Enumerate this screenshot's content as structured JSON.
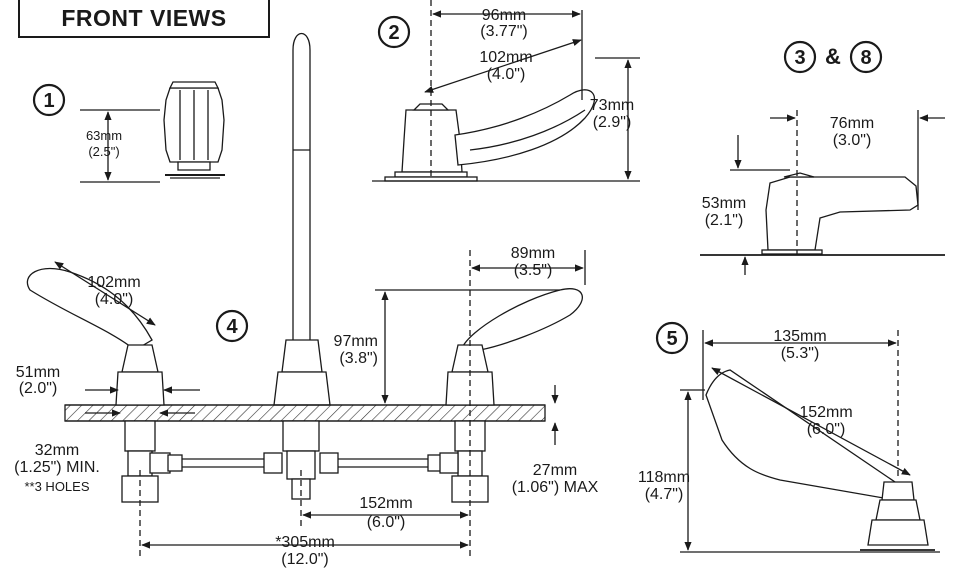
{
  "header": {
    "title": "FRONT VIEWS"
  },
  "markers": {
    "m1": "1",
    "m2": "2",
    "m3": "3",
    "amp": "&",
    "m8": "8",
    "m4": "4",
    "m5": "5"
  },
  "dims": {
    "v1_height_mm": "63mm",
    "v1_height_in": "(2.5\")",
    "v2_width_mm": "96mm",
    "v2_width_in": "(3.77\")",
    "v2_handle_mm": "102mm",
    "v2_handle_in": "(4.0\")",
    "v2_height_mm": "73mm",
    "v2_height_in": "(2.9\")",
    "v3_width_mm": "76mm",
    "v3_width_in": "(3.0\")",
    "v3_height_mm": "53mm",
    "v3_height_in": "(2.1\")",
    "v4_handle_mm": "102mm",
    "v4_handle_in": "(4.0\")",
    "v4_base_mm": "51mm",
    "v4_base_in": "(2.0\")",
    "v4_hole_mm": "32mm",
    "v4_hole_in": "(1.25\") MIN.",
    "v4_holes_note": "**3 HOLES",
    "v4_reach_mm": "89mm",
    "v4_reach_in": "(3.5\")",
    "v4_height_mm": "97mm",
    "v4_height_in": "(3.8\")",
    "v4_deck_mm": "27mm",
    "v4_deck_in": "(1.06\") MAX",
    "v4_center_mm": "152mm",
    "v4_center_in": "(6.0\")",
    "v4_spread_mm": "*305mm",
    "v4_spread_in": "(12.0\")",
    "v5_width_mm": "135mm",
    "v5_width_in": "(5.3\")",
    "v5_handle_mm": "152mm",
    "v5_handle_in": "(6.0\")",
    "v5_height_mm": "118mm",
    "v5_height_in": "(4.7\")"
  }
}
